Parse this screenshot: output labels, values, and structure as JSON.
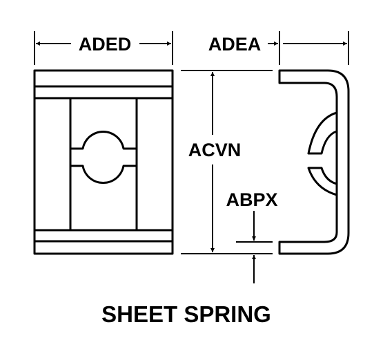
{
  "drawing": {
    "line_color": "#000000",
    "background": "#ffffff",
    "dimensions": {
      "width": "ADED",
      "depth": "ADEA",
      "height": "ACVN",
      "thickness": "ABPX"
    },
    "caption": "SHEET SPRING"
  }
}
